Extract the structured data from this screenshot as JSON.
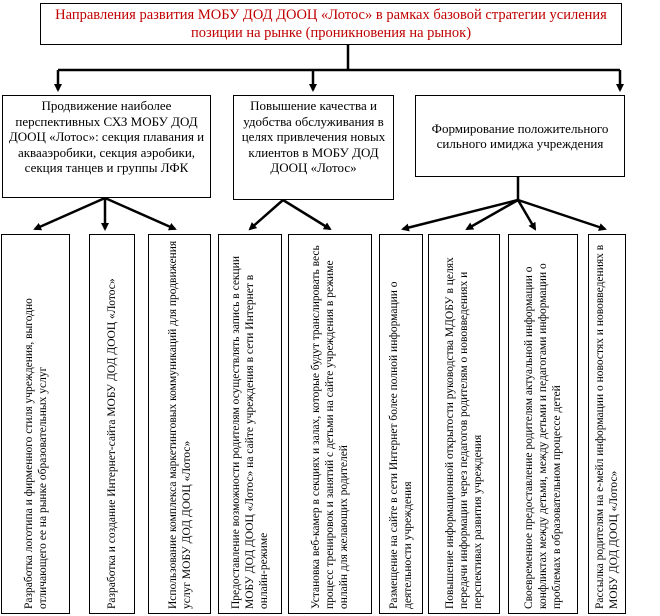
{
  "title": "Направления развития МОБУ ДОД ДООЦ «Лотос» в рамках базовой стратегии усиления позиции на рынке (проникновения на рынок)",
  "directions": [
    {
      "label": "Продвижение наиболее перспективных СХЗ МОБУ ДОД ДООЦ «Лотос»: секция плавания и аквааэробики, секция аэробики, секция танцев и группы ЛФК",
      "actions": [
        "Разработка логотипа и фирменного стиля учреждения, выгодно отличающего ее на рынке образовательных услуг",
        "Разработка и создание Интернет-сайта МОБУ ДОД ДООЦ «Лотос»",
        "Использование комплекса маркетинговых коммуникаций для продвижения услуг МОБУ ДОД ДООЦ «Лотос»"
      ]
    },
    {
      "label": "Повышение качества и удобства обслуживания в целях привлечения новых клиентов в МОБУ ДОД ДООЦ «Лотос»",
      "actions": [
        "Предоставление возможности родителям осуществлять запись в секции МОБУ ДОД ДООЦ «Лотос» на сайте учреждения в сети Интернет в онлайн-режиме",
        "Установка веб-камер в секциях и залах, которые будут транслировать весь процесс тренировок и занятий с детьми на сайте учреждения в режиме онлайн для желающих родителей"
      ]
    },
    {
      "label": "Формирование положительного сильного имиджа учреждения",
      "actions": [
        "Размещение на сайте в сети Интернет более полной информации о деятельности учреждения",
        "Повышение информационной открытости руководства МДОБУ в целях передачи информации через педагогов родителям о нововведениях и перспективах развития учреждения",
        "Своевременное предоставление родителям актуальной информации о конфликтах между детьми, между детьми и педагогами информации о проблемах в образовательном процессе детей",
        "Рассылка родителям на е-мейл информации о новостях и нововведениях в МОБУ ДОД ДООЦ «Лотос»"
      ]
    }
  ]
}
